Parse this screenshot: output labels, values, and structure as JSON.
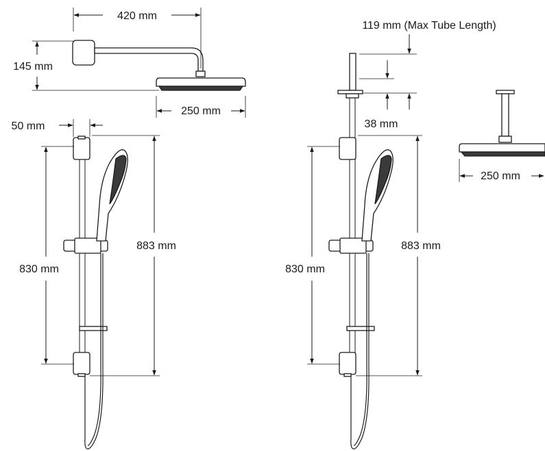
{
  "colors": {
    "line": "#1a1a1a",
    "background": "#ffffff",
    "head_face": "#3a3a3a"
  },
  "wall_mounted_set": {
    "arm_length": "420 mm",
    "arm_height": "145 mm",
    "head_diameter": "250 mm",
    "bracket_width": "50 mm",
    "rail_bracket_span": "830 mm",
    "rail_overall_height": "883 mm"
  },
  "ceiling_mounted_set": {
    "max_tube_length": "119 mm (Max Tube Length)",
    "flange_depth": "38 mm",
    "rail_bracket_span": "830 mm",
    "rail_overall_height": "883 mm",
    "head_diameter": "250 mm"
  }
}
